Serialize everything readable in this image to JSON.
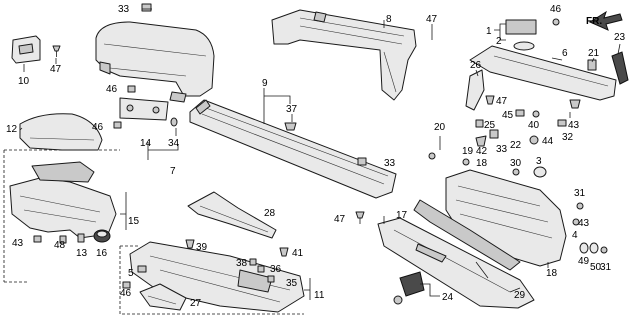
{
  "diagram": {
    "orientation_label": "FR.",
    "callouts": [
      {
        "id": "c33a",
        "text": "33"
      },
      {
        "id": "c10",
        "text": "10"
      },
      {
        "id": "c47a",
        "text": "47"
      },
      {
        "id": "c8",
        "text": "8"
      },
      {
        "id": "c47b",
        "text": "47"
      },
      {
        "id": "c1",
        "text": "1"
      },
      {
        "id": "c2",
        "text": "2"
      },
      {
        "id": "c46a",
        "text": "46"
      },
      {
        "id": "c6",
        "text": "6"
      },
      {
        "id": "c21",
        "text": "21"
      },
      {
        "id": "c23",
        "text": "23"
      },
      {
        "id": "c9",
        "text": "9"
      },
      {
        "id": "c46b",
        "text": "46"
      },
      {
        "id": "c37",
        "text": "37"
      },
      {
        "id": "c26",
        "text": "26"
      },
      {
        "id": "c47c",
        "text": "47"
      },
      {
        "id": "c12",
        "text": "12"
      },
      {
        "id": "c46c",
        "text": "46"
      },
      {
        "id": "c45",
        "text": "45"
      },
      {
        "id": "c40",
        "text": "40"
      },
      {
        "id": "c43a",
        "text": "43"
      },
      {
        "id": "c20",
        "text": "20"
      },
      {
        "id": "c25",
        "text": "25"
      },
      {
        "id": "c44",
        "text": "44"
      },
      {
        "id": "c32",
        "text": "32"
      },
      {
        "id": "c14",
        "text": "14"
      },
      {
        "id": "c34",
        "text": "34"
      },
      {
        "id": "c33b",
        "text": "33"
      },
      {
        "id": "c42",
        "text": "42"
      },
      {
        "id": "c22",
        "text": "22"
      },
      {
        "id": "c19",
        "text": "19"
      },
      {
        "id": "c7",
        "text": "7"
      },
      {
        "id": "c18",
        "text": "18"
      },
      {
        "id": "c33c",
        "text": "33"
      },
      {
        "id": "c30",
        "text": "30"
      },
      {
        "id": "c3",
        "text": "3"
      },
      {
        "id": "c31a",
        "text": "31"
      },
      {
        "id": "c43b",
        "text": "43"
      },
      {
        "id": "c15",
        "text": "15"
      },
      {
        "id": "c28",
        "text": "28"
      },
      {
        "id": "c47d",
        "text": "47"
      },
      {
        "id": "c17",
        "text": "17"
      },
      {
        "id": "c4",
        "text": "4"
      },
      {
        "id": "c43c",
        "text": "43"
      },
      {
        "id": "c48",
        "text": "48"
      },
      {
        "id": "c13",
        "text": "13"
      },
      {
        "id": "c16",
        "text": "16"
      },
      {
        "id": "c39",
        "text": "39"
      },
      {
        "id": "c41",
        "text": "41"
      },
      {
        "id": "c49",
        "text": "49"
      },
      {
        "id": "c50",
        "text": "50"
      },
      {
        "id": "c31b",
        "text": "31"
      },
      {
        "id": "c5",
        "text": "5"
      },
      {
        "id": "c38",
        "text": "38"
      },
      {
        "id": "c36",
        "text": "36"
      },
      {
        "id": "c35",
        "text": "35"
      },
      {
        "id": "c18b",
        "text": "18"
      },
      {
        "id": "c46d",
        "text": "46"
      },
      {
        "id": "c27",
        "text": "27"
      },
      {
        "id": "c11",
        "text": "11"
      },
      {
        "id": "c24",
        "text": "24"
      },
      {
        "id": "c29",
        "text": "29"
      }
    ]
  }
}
